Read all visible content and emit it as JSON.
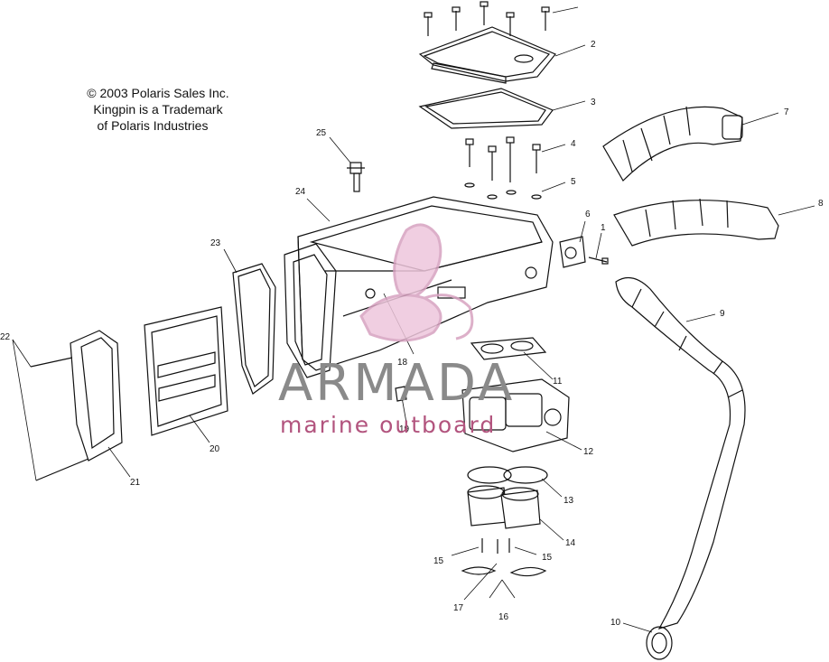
{
  "notice": {
    "line1": "© 2003 Polaris Sales Inc.",
    "line2": "Kingpin is a Trademark",
    "line3": "of Polaris Industries"
  },
  "watermark": {
    "title": "ARMADA",
    "subtitle": "marine outboard",
    "title_color": "#8a8a8a",
    "accent_color": "#c04a86"
  },
  "callouts": [
    "1",
    "2",
    "3",
    "4",
    "5",
    "6",
    "7",
    "8",
    "9",
    "10",
    "11",
    "12",
    "13",
    "14",
    "15",
    "15",
    "16",
    "17",
    "18",
    "19",
    "20",
    "21",
    "22",
    "23",
    "24",
    "25"
  ]
}
